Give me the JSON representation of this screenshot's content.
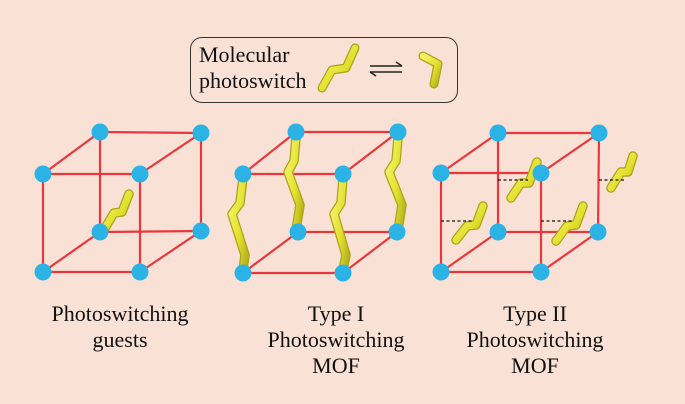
{
  "legend": {
    "line1": "Molecular",
    "line2": "photoswitch"
  },
  "captions": {
    "guests": {
      "line1": "Photoswitching",
      "line2": "guests"
    },
    "type1": {
      "line1": "Type I",
      "line2": "Photoswitching",
      "line3": "MOF"
    },
    "type2": {
      "line1": "Type II",
      "line2": "Photoswitching",
      "line3": "MOF"
    }
  },
  "colors": {
    "background": "#f9e1d6",
    "frame": "#e8383d",
    "node": "#2bb3e6",
    "switch": "#e6e23a",
    "switch_edge": "#a8a418",
    "border": "#333333"
  }
}
